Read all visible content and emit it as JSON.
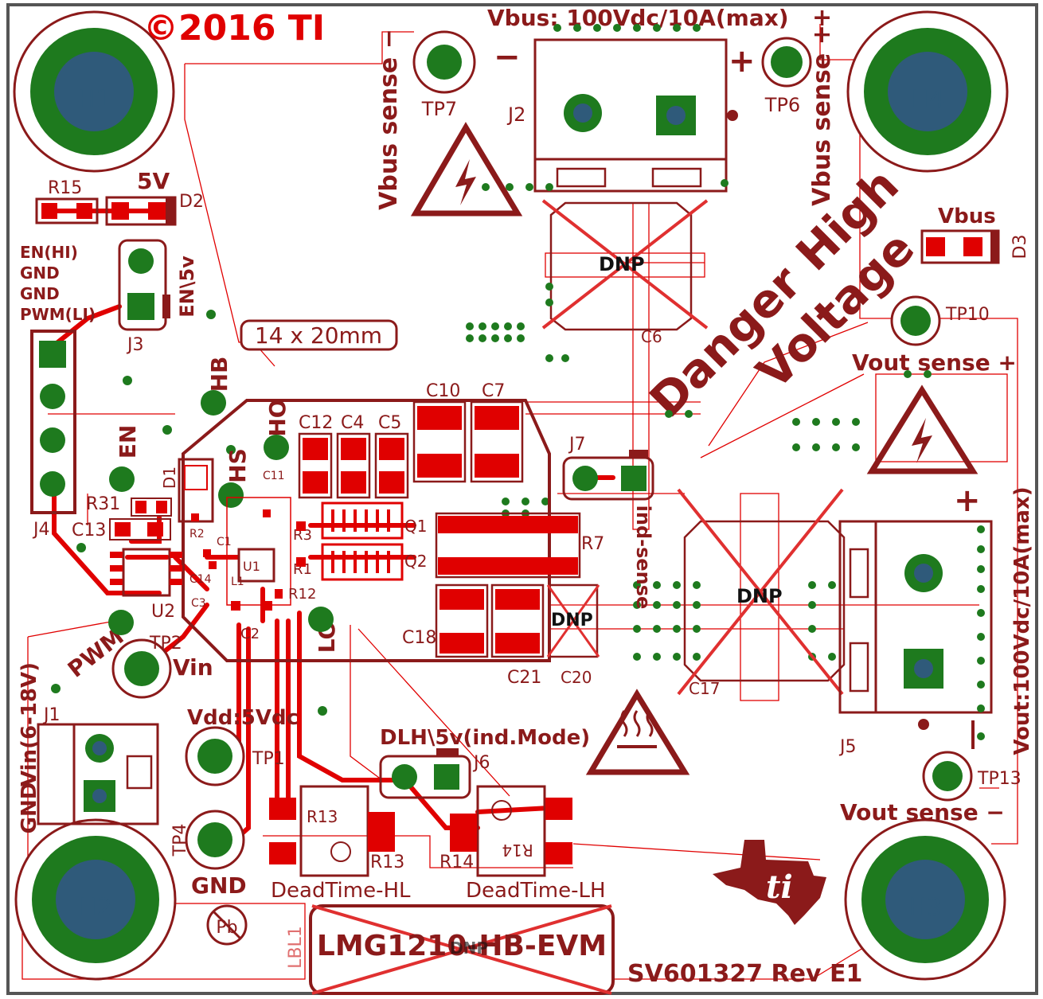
{
  "board": {
    "copyright": "©2016 TI",
    "vbus_rating": "Vbus: 100Vdc/10A(max)",
    "vout_rating": "Vout:100Vdc/10A(max)",
    "vin_label": "Vin(6-18V)",
    "gnd_left": "GND",
    "danger": "Danger",
    "high": "High",
    "voltage": "Voltage",
    "board_name": "LMG1210-HB-EVM",
    "part_number": "SV601327 Rev E1",
    "size_box": "14 x 20mm",
    "dnp": "DNP",
    "lbl1": "LBL1",
    "pb": "Pb",
    "minus": "−",
    "plus": "+"
  },
  "mounting_holes": [
    "H1",
    "H2",
    "H3",
    "H4"
  ],
  "test_points": [
    {
      "ref": "TP7",
      "net": "Vbus sense −"
    },
    {
      "ref": "TP6",
      "net": "Vbus sense +"
    },
    {
      "ref": "TP10",
      "net": "Vout sense +"
    },
    {
      "ref": "TP13",
      "net": "Vout sense −"
    },
    {
      "ref": "TP2",
      "net": "Vin"
    },
    {
      "ref": "TP1",
      "net": "Vdd:5Vdc"
    },
    {
      "ref": "TP4",
      "net": "GND"
    }
  ],
  "connectors": {
    "J1": "J1",
    "J2": "J2",
    "J3": "J3",
    "J4": "J4",
    "J5": "J5",
    "J6": "J6",
    "J7": "J7"
  },
  "jumper_labels": {
    "j3_side": "EN\\5v",
    "j4_pins": [
      "EN(HI)",
      "GND",
      "GND",
      "PWM(LI)"
    ],
    "j6": "DLH\\5v(ind.Mode)",
    "j7": "ind-sense",
    "leds": [
      "5V",
      "Vbus"
    ]
  },
  "signals": [
    "HB",
    "HO",
    "HS",
    "EN",
    "PWM",
    "LO"
  ],
  "refdes": [
    "R15",
    "D2",
    "D3",
    "D1",
    "R31",
    "C13",
    "U2",
    "U1",
    "C12",
    "C4",
    "C5",
    "C10",
    "C7",
    "C6",
    "Q1",
    "Q2",
    "R7",
    "C18",
    "C21",
    "C20",
    "C17",
    "R3",
    "R1",
    "R12",
    "C2",
    "C3",
    "R2",
    "R13",
    "R14",
    "C1",
    "C14",
    "C11",
    "L1"
  ],
  "pot_labels": [
    "DeadTime-HL",
    "DeadTime-LH"
  ],
  "colors": {
    "silk": "#8b1a1a",
    "copper": "#e00000",
    "pad": "#1e7a1e",
    "drill": "#2f5a7a",
    "outline": "#e00000"
  }
}
